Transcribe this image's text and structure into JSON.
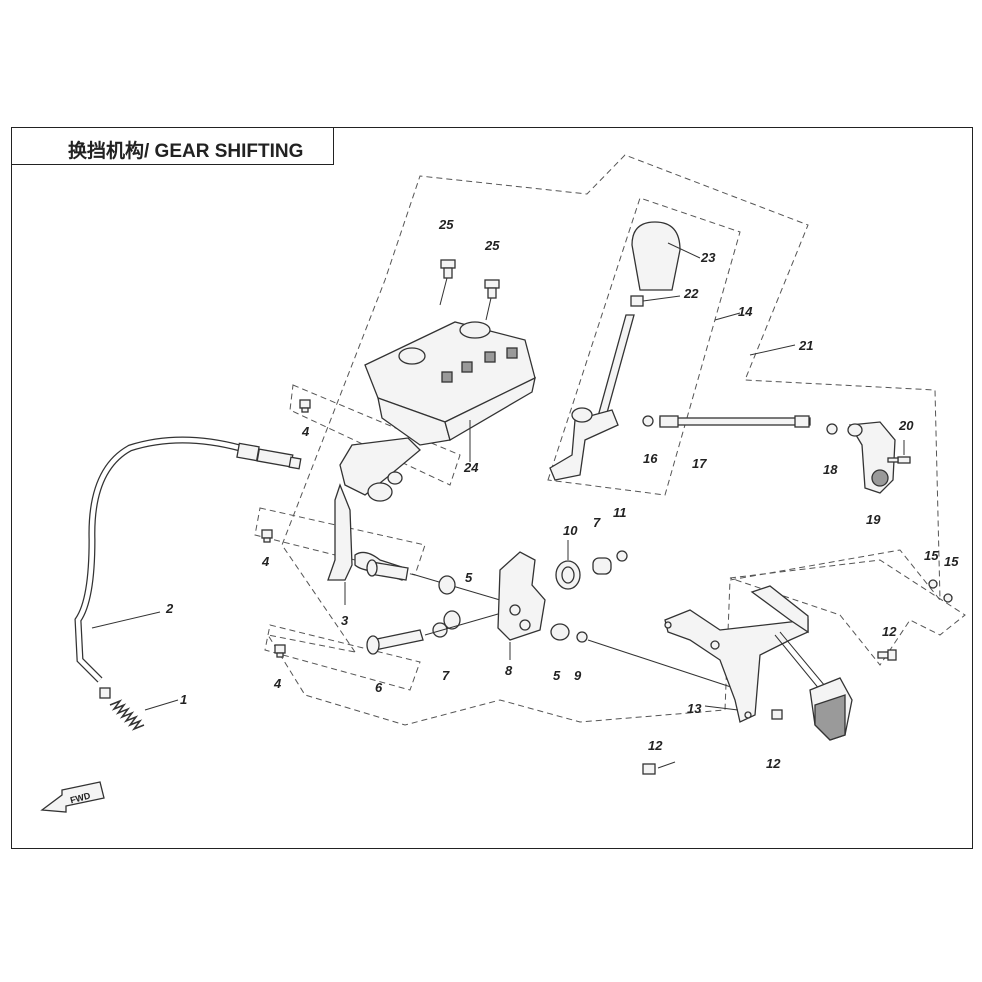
{
  "title": "换挡机构/ GEAR SHIFTING",
  "direction_marker": "FWD",
  "callouts": [
    "1",
    "2",
    "3",
    "4",
    "4",
    "4",
    "5",
    "5",
    "6",
    "7",
    "7",
    "8",
    "9",
    "10",
    "11",
    "12",
    "12",
    "12",
    "13",
    "14",
    "15",
    "15",
    "16",
    "17",
    "18",
    "19",
    "20",
    "21",
    "22",
    "23",
    "24",
    "25",
    "25"
  ]
}
